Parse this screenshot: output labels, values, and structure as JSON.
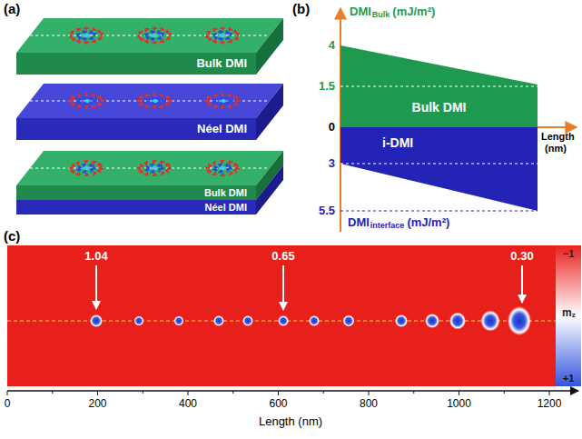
{
  "diagram": {
    "nodes": [
      {
        "text": [
          "Bulk DMI"
        ]
      },
      {
        "text": [
          "Néel DMI"
        ]
      },
      {
        "text": [
          "Bulk DMI"
        ]
      },
      {
        "text": [
          "Néel DMI"
        ]
      },
      {
        "text": [
          "Bulk DMI"
        ]
      },
      {
        "text": [
          "i-DMI"
        ]
      }
    ],
    "labels": [
      "(a)",
      "(b)",
      "(c)",
      "DMI",
      "Bulk",
      "(mJ/m²)",
      "4",
      "1.5",
      "0",
      "3",
      "5.5",
      "Length",
      "(nm)",
      "DMI",
      "interface",
      "(mJ/m²)",
      "1.04",
      "0.65",
      "0.30",
      "−1",
      "m",
      "z",
      "+1",
      "0",
      "200",
      "400",
      "600",
      "800",
      "1000",
      "1200",
      "Length (nm)"
    ]
  }
}
